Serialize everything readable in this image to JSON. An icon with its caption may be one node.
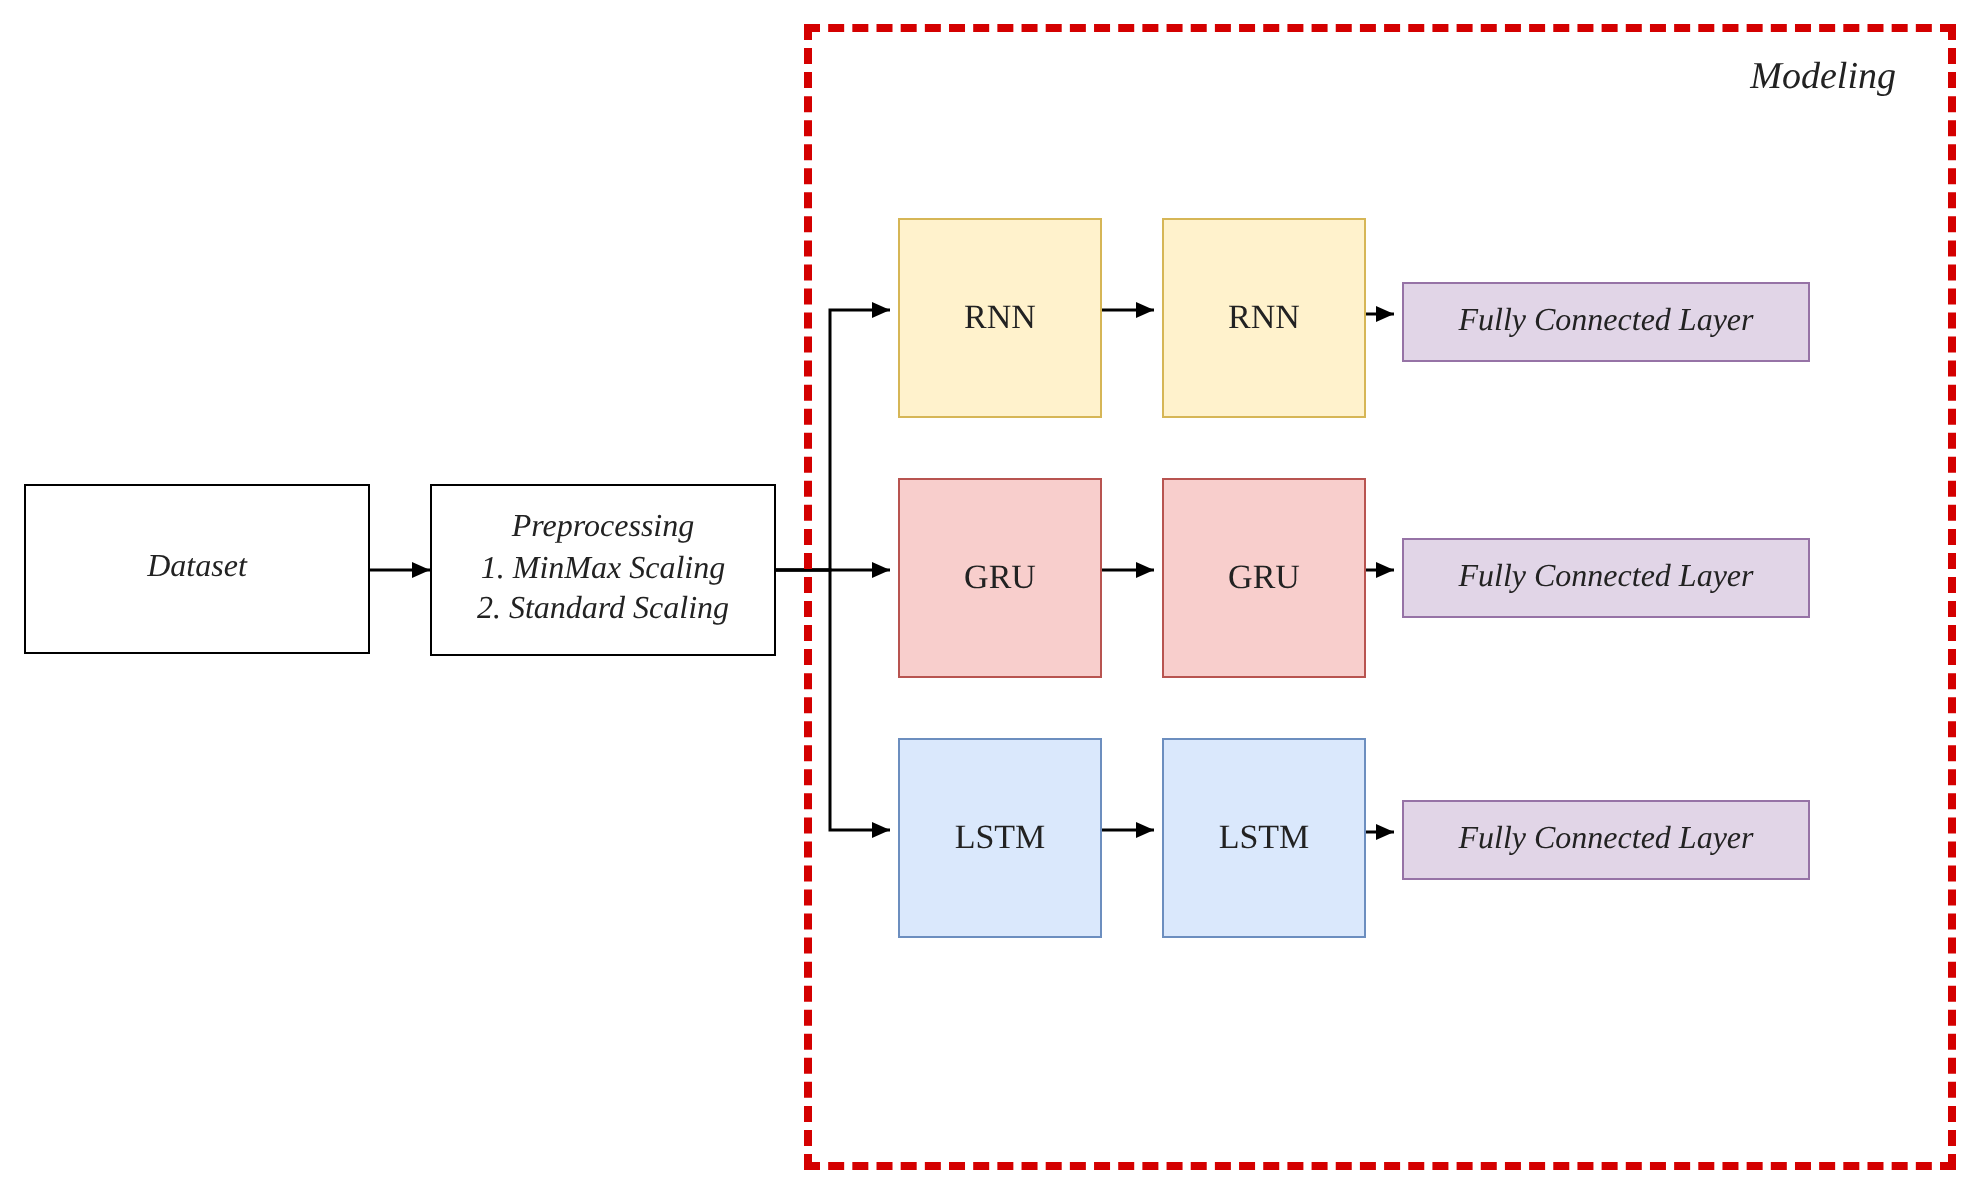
{
  "diagram": {
    "nodes": [
      {
        "text": [
          "Modeling"
        ]
      },
      {
        "text": [
          "Dataset"
        ]
      },
      {
        "text": [
          "Preprocessing",
          "1. MinMax Scaling",
          "2. Standard Scaling"
        ]
      },
      {
        "text": [
          "RNN"
        ],
        "in": 0
      },
      {
        "text": [
          "RNN"
        ],
        "in": 0
      },
      {
        "text": [
          "Fully Connected Layer"
        ],
        "in": 0
      },
      {
        "text": [
          "GRU"
        ],
        "in": 0
      },
      {
        "text": [
          "GRU"
        ],
        "in": 0
      },
      {
        "text": [
          "Fully Connected Layer"
        ],
        "in": 0
      },
      {
        "text": [
          "LSTM"
        ],
        "in": 0
      },
      {
        "text": [
          "LSTM"
        ],
        "in": 0
      },
      {
        "text": [
          "Fully Connected Layer"
        ],
        "in": 0
      }
    ],
    "edges": [
      {
        "from": 1,
        "to": 2,
        "arrow": "to"
      },
      {
        "from": 2,
        "to": 3,
        "arrow": "to"
      },
      {
        "from": 2,
        "to": 6,
        "arrow": "to"
      },
      {
        "from": 2,
        "to": 9,
        "arrow": "to"
      },
      {
        "from": 3,
        "to": 4,
        "arrow": "to"
      },
      {
        "from": 4,
        "to": 5,
        "arrow": "to"
      },
      {
        "from": 6,
        "to": 7,
        "arrow": "to"
      },
      {
        "from": 7,
        "to": 8,
        "arrow": "to"
      },
      {
        "from": 9,
        "to": 10,
        "arrow": "to"
      },
      {
        "from": 10,
        "to": 11,
        "arrow": "to"
      }
    ]
  }
}
